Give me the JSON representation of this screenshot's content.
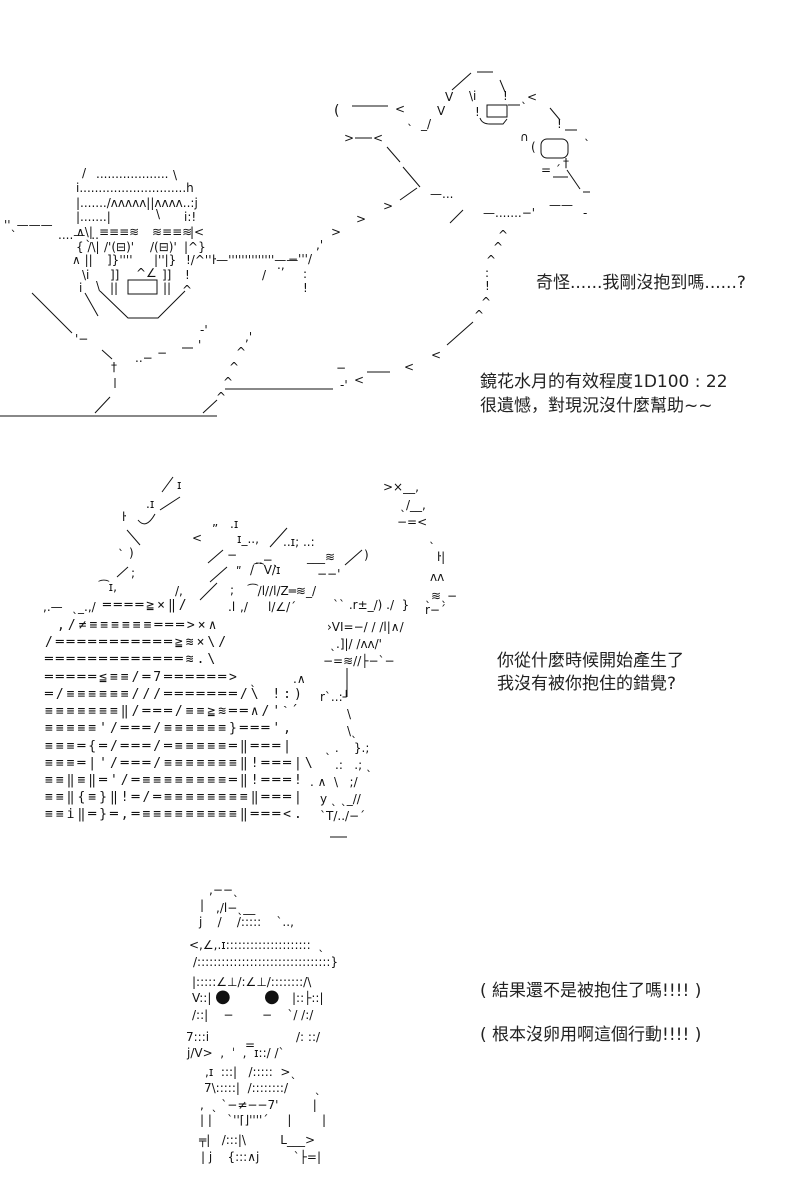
{
  "page": {
    "background": "#ffffff",
    "text_color": "#222222"
  },
  "panels": [
    {
      "captions": {
        "thought": "奇怪......我剛沒抱到嗎......?",
        "roll_line": "鏡花水月的有效程度1D100 : 22",
        "result_line": "很遺憾，對現況沒什麼幫助~~"
      },
      "art": [
        "/",
        "...................",
        "\\",
        "i............................h",
        "|......./ʌʌʌʌʌ||ʌʌʌʌ..:j",
        "|.......|",
        "\\",
        "i:!",
        "''ˎ———",
        "....—ˎ..",
        "∧\\|",
        "≡≡≡≋",
        "≋≡≡≋",
        "|<",
        "{ /\\|",
        "/'(⊟)'",
        "/(⊟)'",
        "|^}",
        "∧ ||",
        "]}''''",
        "|''|}",
        "!/^''",
        "ŀ—''''''''''''''——",
        ".,",
        "−'''/",
        "\\i",
        "]]",
        "^∠",
        "]]",
        "!",
        "i",
        "\\",
        "||",
        "||",
        "^",
        "/",
        ":",
        "!",
        ">",
        ",'",
        ">",
        ">",
        "—...",
        "—.......−'",
        "——",
        "-",
        "(",
        "<",
        "ˎ",
        "_/",
        "V",
        "V",
        "\\i",
        "!",
        "!",
        "ˎ<",
        "!",
        "ˎ",
        "∩",
        "(",
        "†",
        "= ˊ",
        ">",
        "<",
        "^",
        "^",
        "^",
        ":",
        "!",
        "^",
        "^",
        "<",
        "<",
        "<",
        "−",
        "-'",
        ",'",
        "^",
        "^",
        "^",
        "^",
        "-'",
        "'",
        "..−",
        "−",
        "'−",
        "†"
      ]
    },
    {
      "captions": {
        "line1": "你從什麼時候開始產生了",
        "line2": "我沒有被你抱住的錯覺?"
      },
      "art": [
        ",.—",
        "ˎ_.,/",
        "════≧×‖/",
        ".l",
        ",/",
        "l/∠/´",
        "ˋˋ .r±_/) ./  }",
        ",/≠≡≡≡≡≡≡═══>×∧",
        "›VI=−/ / /l|∧/",
        "/═══════════≧≋×\\/",
        "ˎ.]|/ /ʌʌ/'",
        "═════════════≋.\\",
        "−=≋//├−ˋ−",
        "═════≦≡≡/═7══════>",
        "ˎ",
        ".∧",
        "═/≡≡≡≡≡≡///═══════/\\ !:)",
        "r`..:┘",
        "≡≡≡≡≡≡≡‖/═══/≡≡≧≋══∧/'ˋ´",
        "\\",
        "≡≡≡≡≡'/═══/≡≡≡≡≡≡}═══',",
        "\\ˎ",
        "≡≡≡═{═/═══/═≡≡≡≡≡═‖═══|",
        "ˎ .    }.;",
        "≡≡≡═|'/═══/≡≡≡≡≡≡≡‖!═══|\\",
        ".:   .; ˎ",
        "≡≡‖≡‖═'/═≡≡≡≡≡≡≡≡═‖!═══!",
        ". ∧  \\   ;/",
        "≡≡‖{≡}‖!═/═≡≡≡≡≡≡≡≡‖═══|",
        "y ˎ ˎ_//",
        "≡≡i‖═}═,═≡≡≡≡≡≡≡≡≡‖═══<.",
        "`T/../−´",
        "ɪ",
        ".ɪ",
        "ŀ",
        "ˎ",
        ")",
        ";",
        "⁀ɪ,",
        "<",
        "ˮ",
        ".ɪ",
        "ɪ_..,",
        "..ɪ; ..:",
        "−",
        "..−ˎ",
        "___≋",
        ")",
        "−−'",
        "ʺ",
        "/⁀V/ɪ",
        "/,",
        ";",
        "⁀/l//l/Z═≋_/",
        ">×__,",
        "ˎ/__,",
        "−=<",
        "ˎ",
        "ŀ|",
        "ʌʌ",
        "ˎ≋ˎ−",
        "r−´"
      ]
    },
    {
      "captions": {
        "line1": "( 結果還不是被抱住了嗎!!!! )",
        "line2": "( 根本沒卵用啊這個行動!!!! )"
      },
      "art": [
        ",−−ˎ",
        "|",
        ",/l−ˎ__",
        "j    /    /:::::    ˋ..‚",
        "<,∠,.ɪ:::::::::::::::::::::  ˎ",
        "/:::::::::::::::::::::::::::::::::}",
        "|:::::∠⊥/:∠⊥/::::::::/\\",
        "V::|",
        "●",
        "●",
        "|::├::|",
        "/::|    −",
        "−    ˋ/ /:/",
        "7:::i",
        "/: ::/",
        "=",
        "j/V>  ,  ˈ  ,  ɪ::/ /ˋ",
        ",ɪ  :::|   /:::::  >ˎ",
        "7\\:::::|  /::::::::/       ˎ",
        ",  ˎ `−≠−−7'         |",
        "| |    `''⌈⌋''''´     |        |",
        "╤|   /:::|\\         L___>",
        "| j    {:::∧j         `├=|"
      ]
    }
  ]
}
